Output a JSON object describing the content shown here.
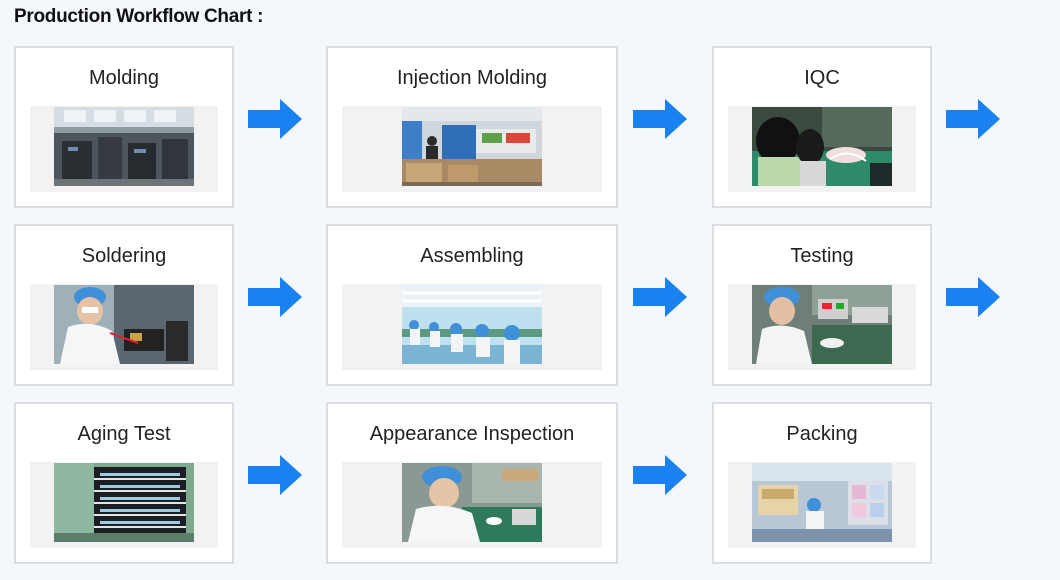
{
  "title": "Production Workflow Chart :",
  "steps": [
    {
      "label": "Molding",
      "photo": "factory-floor-photo"
    },
    {
      "label": "Injection Molding",
      "photo": "injection-machine-photo"
    },
    {
      "label": "IQC",
      "photo": "inspection-workers-photo"
    },
    {
      "label": "Soldering",
      "photo": "soldering-worker-photo"
    },
    {
      "label": "Assembling",
      "photo": "assembly-line-photo"
    },
    {
      "label": "Testing",
      "photo": "testing-worker-photo"
    },
    {
      "label": "Aging Test",
      "photo": "aging-rack-photo"
    },
    {
      "label": "Appearance Inspection",
      "photo": "appearance-inspection-photo"
    },
    {
      "label": "Packing",
      "photo": "packing-area-photo"
    }
  ],
  "colors": {
    "arrow": "#1a82f0",
    "card_border": "#d9dde2",
    "background": "#f4f8fc",
    "worker_cap": "#3f8fd9"
  }
}
